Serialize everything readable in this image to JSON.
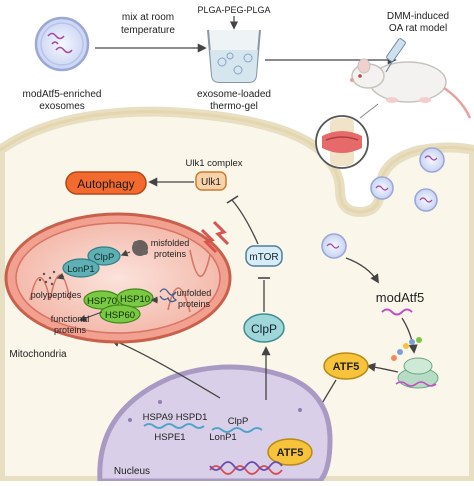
{
  "top": {
    "exosome_label_1": "modAtf5-enriched",
    "exosome_label_2": "exosomes",
    "arrow1_label_1": "mix at room",
    "arrow1_label_2": "temperature",
    "beaker_title": "PLGA-PEG-PLGA",
    "beaker_label_1": "exosome-loaded",
    "beaker_label_2": "thermo-gel",
    "model_label_1": "DMM-induced",
    "model_label_2": "OA rat model"
  },
  "cell": {
    "ulk1_complex": "Ulk1 complex",
    "ulk1": "Ulk1",
    "autophagy": "Autophagy",
    "mtor": "mTOR",
    "clpp": "ClpP",
    "modatf5": "modAtf5",
    "atf5": "ATF5"
  },
  "mito": {
    "clpp": "ClpP",
    "lonp1": "LonP1",
    "misfolded_1": "misfolded",
    "misfolded_2": "proteins",
    "polypeptides": "polypeptides",
    "hsp70": "HSP70",
    "hsp10": "HSP10",
    "hsp60": "HSP60",
    "unfolded_1": "unfolded",
    "unfolded_2": "proteins",
    "functional_1": "functional",
    "functional_2": "proteins",
    "label": "Mitochondria"
  },
  "nucleus": {
    "hspa9_hspd1": "HSPA9 HSPD1",
    "hspe1": "HSPE1",
    "clpp": "ClpP",
    "lonp1": "LonP1",
    "atf5": "ATF5",
    "label": "Nucleus"
  },
  "colors": {
    "orange": "#f26a2e",
    "teal": "#5fb0b4",
    "yellow": "#f6c33a",
    "green": "#7ac943",
    "membrane": "#f3ecd8",
    "nucleus": "#d9cfe8",
    "mito_red": "#d9534f"
  }
}
